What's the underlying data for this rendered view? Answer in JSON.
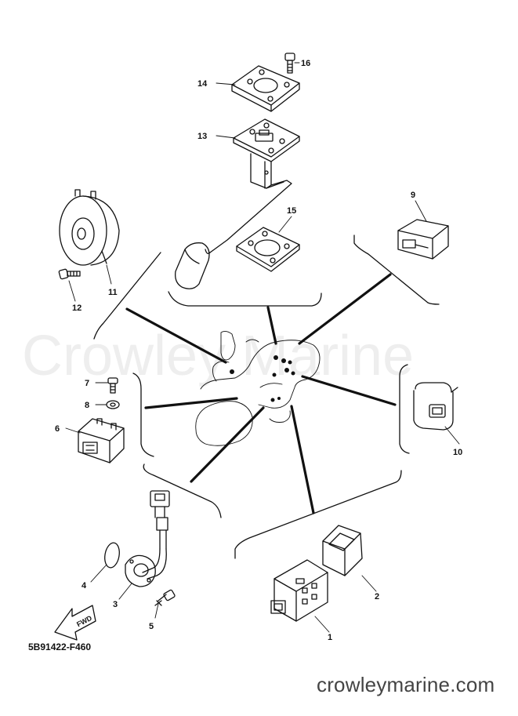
{
  "watermark": "Crowley Marine",
  "diagram_code": "5B91422-F460",
  "website": "crowleymarine.com",
  "fwd_label": "FWD",
  "callouts": [
    {
      "id": "c1",
      "text": "1"
    },
    {
      "id": "c2",
      "text": "2"
    },
    {
      "id": "c3",
      "text": "3"
    },
    {
      "id": "c4",
      "text": "4"
    },
    {
      "id": "c5",
      "text": "5"
    },
    {
      "id": "c6",
      "text": "6"
    },
    {
      "id": "c7",
      "text": "7"
    },
    {
      "id": "c8",
      "text": "8"
    },
    {
      "id": "c9",
      "text": "9"
    },
    {
      "id": "c10",
      "text": "10"
    },
    {
      "id": "c11",
      "text": "11"
    },
    {
      "id": "c12",
      "text": "12"
    },
    {
      "id": "c13",
      "text": "13"
    },
    {
      "id": "c14",
      "text": "14"
    },
    {
      "id": "c15",
      "text": "15"
    },
    {
      "id": "c16",
      "text": "16"
    }
  ]
}
